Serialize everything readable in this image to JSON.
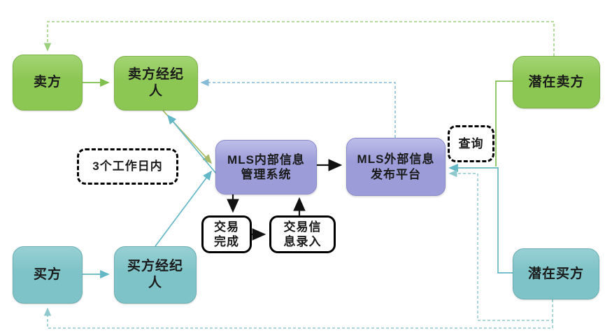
{
  "nodes": {
    "seller": {
      "label": "卖方"
    },
    "seller_broker": {
      "label": "卖方经纪\n人"
    },
    "potential_seller": {
      "label": "潜在卖方"
    },
    "buyer": {
      "label": "买方"
    },
    "buyer_broker": {
      "label": "买方经纪\n人"
    },
    "potential_buyer": {
      "label": "潜在买方"
    },
    "mls_internal": {
      "label": "MLS内部信息\n管理系统"
    },
    "mls_external": {
      "label": "MLS外部信息\n发布平台"
    },
    "deal_done": {
      "label": "交易\n完成"
    },
    "deal_entry": {
      "label": "交易信\n息录入"
    }
  },
  "annotations": {
    "within_3_days": {
      "label": "3个工作日内"
    },
    "query": {
      "label": "查询"
    }
  },
  "colors": {
    "box_green": "#8CC653",
    "box_green_light": "#A3D574",
    "box_border_green": "#7CB347",
    "box_teal": "#7DC3C7",
    "box_teal_light": "#97D0D4",
    "box_border_teal": "#6BAFB4",
    "box_purple": "#9C9CD9",
    "box_purple_light": "#BEBEEA",
    "box_border_purple": "#8A8ACB",
    "edge_black": "#111111",
    "edge_green": "#7FBF4E",
    "edge_olive": "#A9BC6B",
    "edge_teal": "#63B7C6",
    "edge_dashed_green": "#9CCF7E",
    "edge_dashed_teal": "#8FC9CE",
    "edge_dashed_blue": "#85BBD6",
    "text": "#1A1A1A",
    "annotation_border": "#000000",
    "background": "#FFFFFF"
  }
}
